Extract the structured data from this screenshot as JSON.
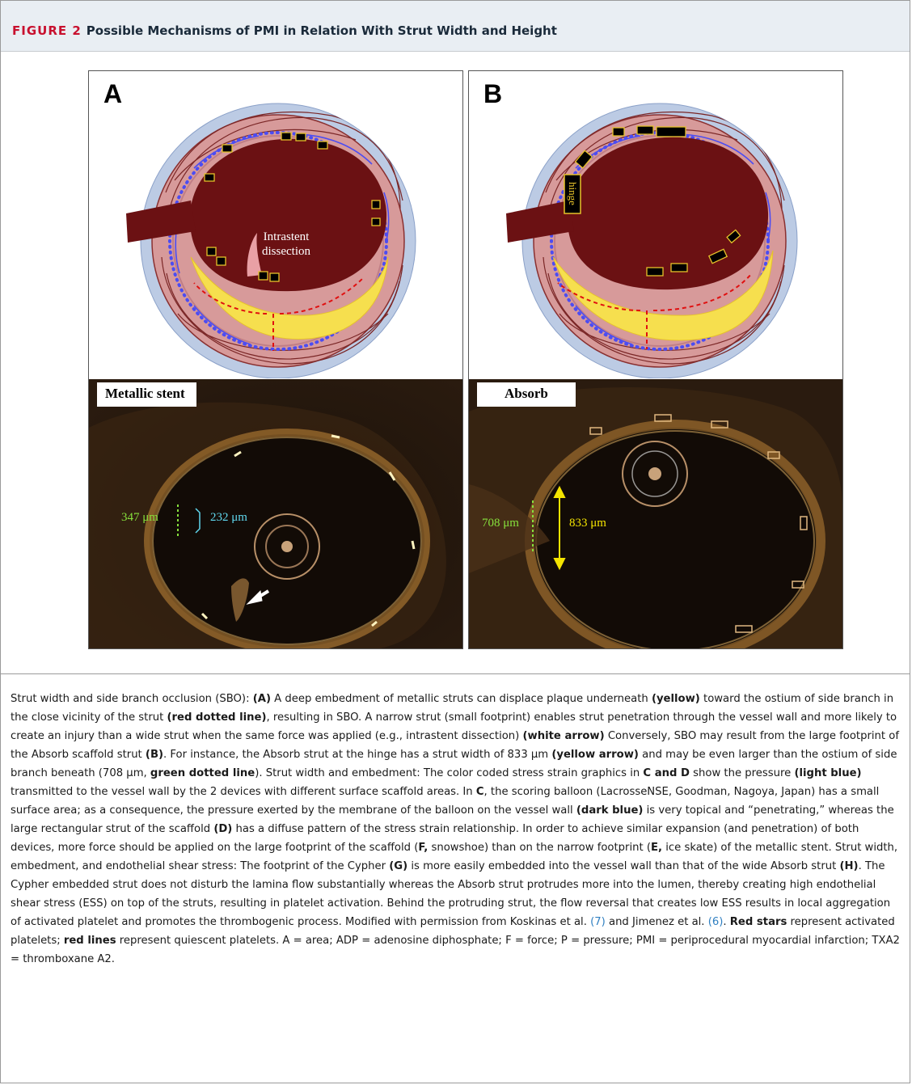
{
  "figure": {
    "label": "FIGURE 2",
    "title": "Possible Mechanisms of PMI in Relation With Strut Width and Height"
  },
  "panels": [
    {
      "letter": "A",
      "dissection_line1": "Intrastent",
      "dissection_line2": "dissection",
      "oct_label": "Metallic stent",
      "measure_1": "347 μm",
      "measure_2": "232 μm"
    },
    {
      "letter": "B",
      "hinge_label": "hinge",
      "oct_label": "Absorb",
      "measure_1": "708 μm",
      "measure_2": "833 μm"
    }
  ],
  "colors": {
    "adventitia": "#bccbe4",
    "media": "#d79a9a",
    "lumen": "#6b1113",
    "plaque": "#f6df4e",
    "dots": "#4c4cf2",
    "strut": "#000000",
    "strut_outline": "#e6c22a",
    "red_arrow": "#e01010"
  },
  "caption": {
    "p1": "Strut width and side branch occlusion (SBO): ",
    "b1": "(A)",
    "p2": " A deep embedment of metallic struts can displace plaque underneath ",
    "b2": "(yellow)",
    "p3": " toward the ostium of side branch in the close vicinity of the strut ",
    "b3": "(red dotted line)",
    "p4": ", resulting in SBO. A narrow strut (small footprint) enables strut penetration through the vessel wall and more likely to create an injury than a wide strut when the same force was applied (e.g., intrastent dissection) ",
    "b4": "(white arrow)",
    "p5": " Conversely, SBO may result from the large footprint of the Absorb scaffold strut ",
    "b5": "(B)",
    "p6": ". For instance, the Absorb strut at the hinge has a strut width of 833 μm ",
    "b6": "(yellow arrow)",
    "p7": " and may be even larger than the ostium of side branch beneath (708 μm, ",
    "b7": "green dotted line",
    "p8": "). Strut width and embedment: The color coded stress strain graphics in ",
    "b8": "C and D",
    "p9": " show the pressure ",
    "b9": "(light blue)",
    "p10": " transmitted to the vessel wall by the 2 devices with different surface scaffold areas. In ",
    "b10": "C",
    "p11": ", the scoring balloon (LacrosseNSE, Goodman, Nagoya, Japan) has a small surface area; as a consequence, the pressure exerted by the membrane of the balloon on the vessel wall ",
    "b11": "(dark blue)",
    "p12": " is very topical and “penetrating,” whereas the large rectangular strut of the scaffold ",
    "b12": "(D)",
    "p13": " has a diffuse pattern of the stress strain relationship. In order to achieve similar expansion (and penetration) of both devices, more force should be applied on the large footprint of the scaffold (",
    "b13": "F,",
    "p14": " snowshoe) than on the narrow footprint (",
    "b14": "E,",
    "p15": " ice skate) of the metallic stent. Strut width, embedment, and endothelial shear stress: The footprint of the Cypher ",
    "b15": "(G)",
    "p16": " is more easily embedded into the vessel wall than that of the wide Absorb strut ",
    "b16": "(H)",
    "p17": ". The Cypher embedded strut does not disturb the lamina flow substantially whereas the Absorb strut protrudes more into the lumen, thereby creating high endothelial shear stress (ESS) on top of the struts, resulting in platelet activation. Behind the protruding strut, the flow reversal that creates low ESS results in local aggregation of activated platelet and promotes the thrombogenic process. Modified with permission from Koskinas et al. ",
    "c1": "(7)",
    "p18": " and Jimenez et al. ",
    "c2": "(6)",
    "p19": ". ",
    "b17": "Red stars",
    "p20": " represent activated platelets; ",
    "b18": "red lines",
    "p21": " represent quiescent platelets. A = area; ADP = adenosine diphosphate; F = force; P = pressure; PMI = periprocedural myocardial infarction; TXA2 = thromboxane A2."
  }
}
